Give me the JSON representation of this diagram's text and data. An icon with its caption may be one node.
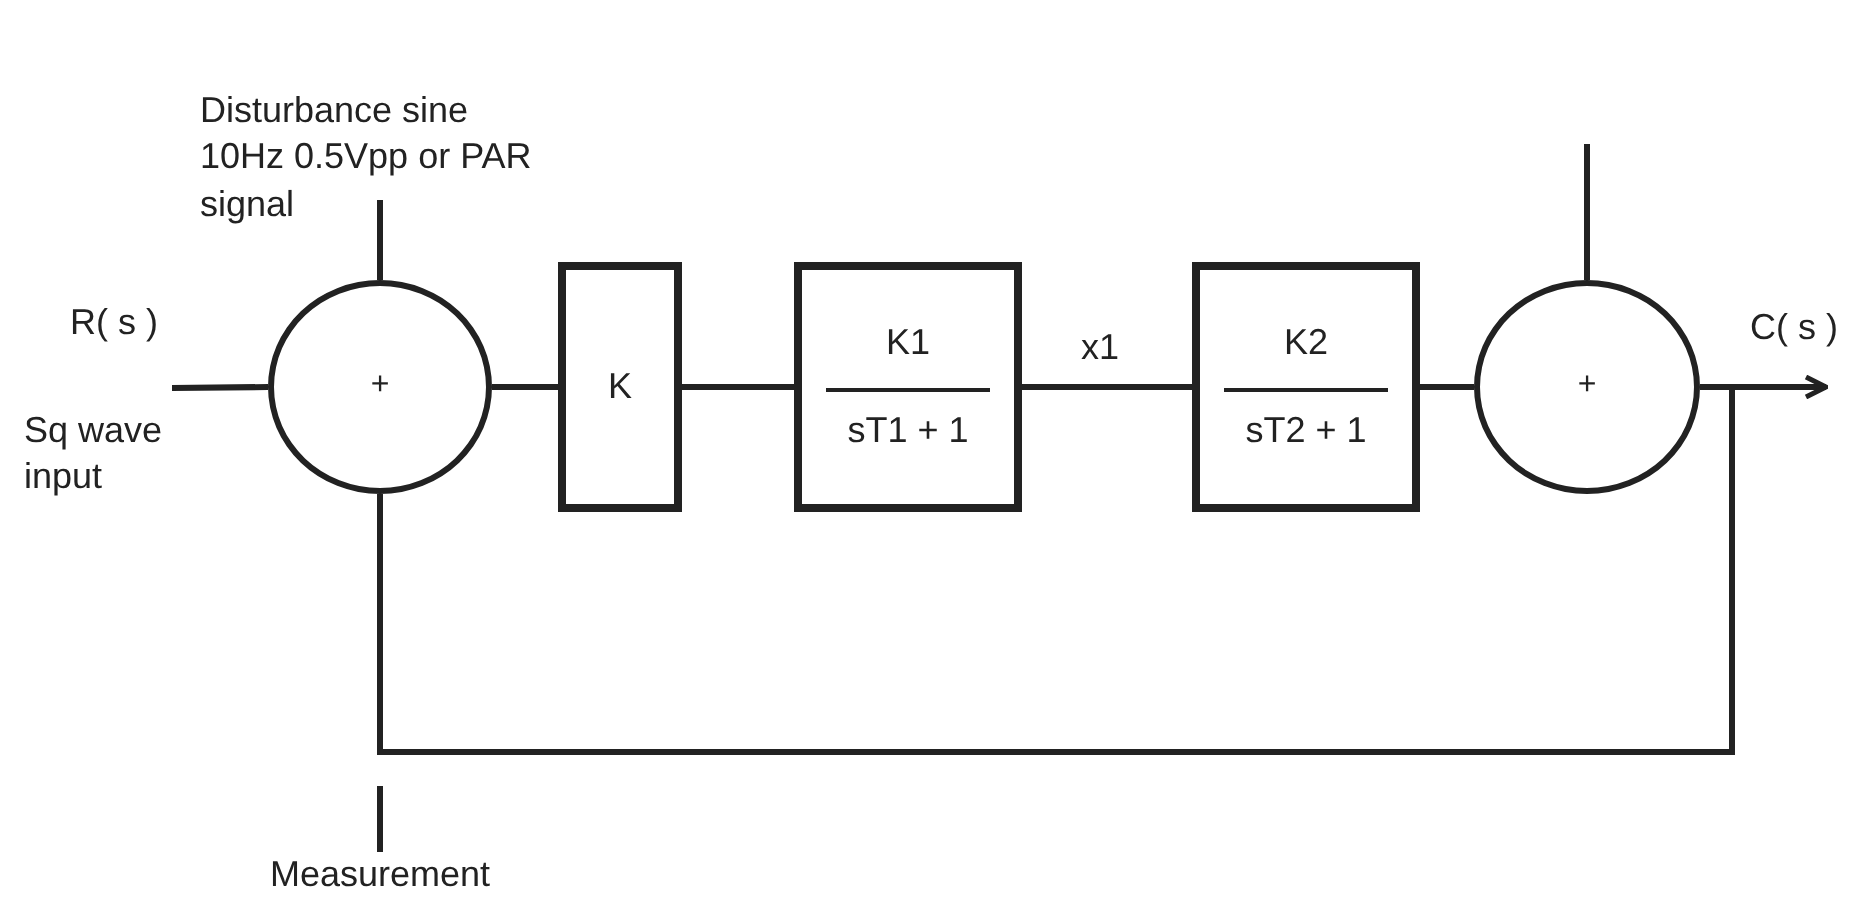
{
  "diagram": {
    "nodes": [
      {
        "text": [
          "+"
        ]
      },
      {
        "text": [
          "K"
        ]
      },
      {
        "text": [
          "K1",
          "sT1 + 1"
        ]
      },
      {
        "text": [
          "K2",
          "sT2 + 1"
        ]
      },
      {
        "text": [
          "+"
        ]
      },
      {
        "text": [
          "Disturbance sine 10Hz 0.5Vpp or PAR signal"
        ]
      },
      {
        "text": [
          "Measurement"
        ]
      }
    ],
    "edges": [
      {
        "from": null,
        "to": 0,
        "arrow": "none"
      },
      {
        "from": 5,
        "to": 0,
        "arrow": "none"
      },
      {
        "from": 0,
        "to": 1,
        "arrow": "none"
      },
      {
        "from": 1,
        "to": 2,
        "arrow": "none"
      },
      {
        "from": 2,
        "to": 3,
        "arrow": "none",
        "label": "x1"
      },
      {
        "from": 3,
        "to": 4,
        "arrow": "none"
      },
      {
        "from": null,
        "to": 4,
        "arrow": "none"
      },
      {
        "from": 4,
        "to": null,
        "arrow": "to",
        "label": "C( s )"
      },
      {
        "from": 4,
        "to": 0,
        "arrow": "none"
      },
      {
        "from": 6,
        "to": null,
        "arrow": "none"
      }
    ],
    "labels": [
      "R( s )",
      "Sq wave input"
    ]
  }
}
